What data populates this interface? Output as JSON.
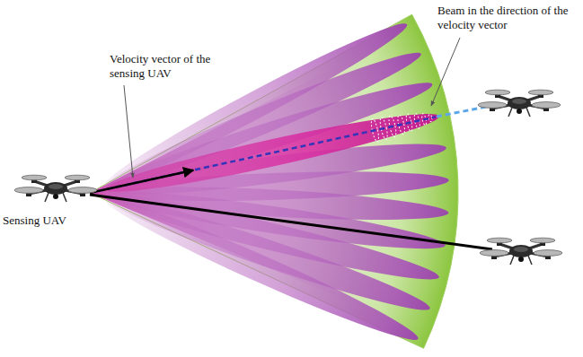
{
  "diagram": {
    "labels": [
      "Beam in the direction of the velocity vector",
      "Velocity vector of the sensing UAV",
      "Sensing UAV"
    ]
  }
}
